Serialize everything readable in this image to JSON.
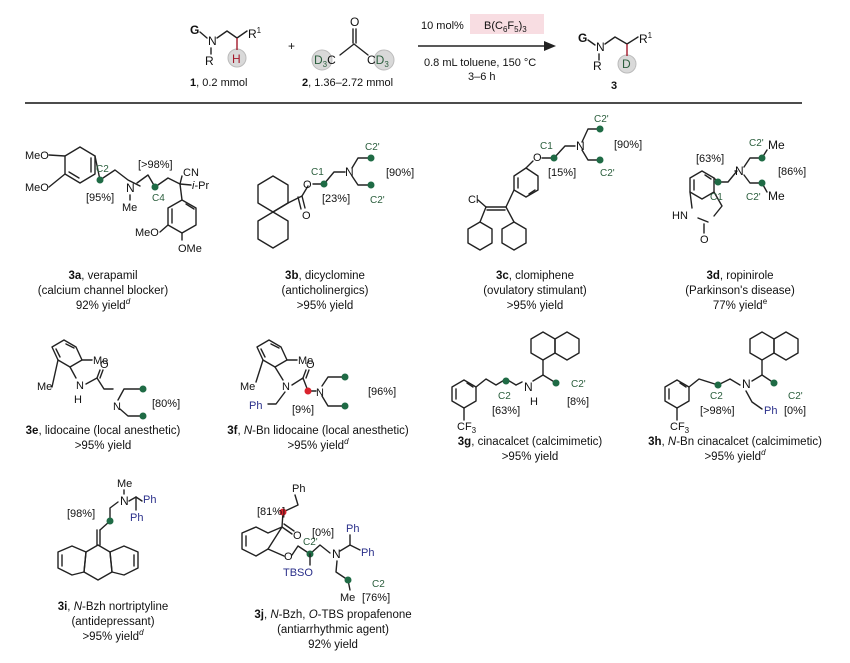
{
  "scheme": {
    "reactant1": {
      "atoms": {
        "G": "G",
        "N": "N",
        "R": "R",
        "R1": "R",
        "R1_sup": "1",
        "H": "H"
      },
      "caption_num": "1",
      "caption_rest": ", 0.2 mmol"
    },
    "plus": "+",
    "reactant2": {
      "O": "O",
      "D3C": "D",
      "D3C_sub": "3",
      "D3C_c": "C",
      "CD3_c": "C",
      "CD3": "D",
      "CD3_sub": "3",
      "caption_num": "2",
      "caption_rest": ", 1.36–2.72 mmol"
    },
    "conditions": {
      "catalyst_loading": "10 mol%",
      "catalyst": "B(C6F5)3",
      "catalyst_parts": [
        "B(C",
        "6",
        "F",
        "5",
        ")",
        "3"
      ],
      "solvent_temp": "0.8 mL toluene, 150 °C",
      "time": "3–6 h"
    },
    "product": {
      "G": "G",
      "N": "N",
      "R": "R",
      "R1": "R",
      "R1_sup": "1",
      "D": "D",
      "caption_num": "3"
    },
    "colors": {
      "catalyst_highlight": "#f8dde2",
      "deuterium_dot": "#1f6b45",
      "red_dot": "#d9232d",
      "h_label": "#a3182a",
      "protecting_group": "#2a2f8a"
    }
  },
  "compounds": [
    {
      "id": "3a",
      "name": "verapamil",
      "class": "(calcium channel blocker)",
      "yield": "92% yield",
      "note": "d",
      "atoms": {
        "MeO1": "MeO",
        "MeO2": "MeO",
        "N": "N",
        "Me": "Me",
        "CN": "CN",
        "iPr": "i-Pr",
        "MeO3": "MeO",
        "OMe": "OMe"
      },
      "sites": [
        {
          "label": "C2",
          "value": "[95%]"
        },
        {
          "label": "C4",
          "value": "[>98%]"
        }
      ]
    },
    {
      "id": "3b",
      "name": "dicyclomine",
      "class": "(anticholinergics)",
      "yield": ">95% yield",
      "note": "",
      "atoms": {
        "O1": "O",
        "O2": "O",
        "N": "N"
      },
      "sites": [
        {
          "label": "C1",
          "value": "[23%]"
        },
        {
          "label": "C2'",
          "value": "[90%]"
        }
      ]
    },
    {
      "id": "3c",
      "name": "clomiphene",
      "class": "(ovulatory stimulant)",
      "yield": ">95% yield",
      "note": "",
      "atoms": {
        "O": "O",
        "N": "N",
        "Cl": "Cl"
      },
      "sites": [
        {
          "label": "C1",
          "value": "[15%]"
        },
        {
          "label": "C2'",
          "value": "[90%]"
        }
      ]
    },
    {
      "id": "3d",
      "name": "ropinirole",
      "class": "(Parkinson's disease)",
      "yield": "77% yield",
      "note": "e",
      "atoms": {
        "N": "N",
        "Me1": "Me",
        "Me2": "Me",
        "HN": "HN",
        "O": "O"
      },
      "sites": [
        {
          "label": "C1",
          "value": "[63%]"
        },
        {
          "label": "C2'",
          "value": "[86%]"
        }
      ]
    },
    {
      "id": "3e",
      "name": "lidocaine (local anesthetic)",
      "class": "",
      "yield": ">95% yield",
      "note": "",
      "atoms": {
        "Me1": "Me",
        "Me2": "Me",
        "N1": "N",
        "H": "H",
        "O": "O",
        "N2": "N"
      },
      "sites": [
        {
          "label": "",
          "value": "[80%]"
        }
      ]
    },
    {
      "id": "3f",
      "name_prefix": "N",
      "name": "-Bn lidocaine (local anesthetic)",
      "class": "",
      "yield": ">95% yield",
      "note": "d",
      "atoms": {
        "Me1": "Me",
        "Me2": "Me",
        "N1": "N",
        "Ph": "Ph",
        "O": "O",
        "N2": "N"
      },
      "sites": [
        {
          "label": "",
          "value": "[9%]"
        },
        {
          "label": "",
          "value": "[96%]"
        }
      ]
    },
    {
      "id": "3g",
      "name": "cinacalcet (calcimimetic)",
      "class": "",
      "yield": ">95% yield",
      "note": "",
      "atoms": {
        "N": "N",
        "H": "H",
        "CF3": "CF",
        "CF3_sub": "3"
      },
      "sites": [
        {
          "label": "C2",
          "value": "[63%]"
        },
        {
          "label": "C2'",
          "value": "[8%]"
        }
      ]
    },
    {
      "id": "3h",
      "name_prefix": "N",
      "name": "-Bn cinacalcet (calcimimetic)",
      "class": "",
      "yield": ">95% yield",
      "note": "d",
      "atoms": {
        "N": "N",
        "Ph": "Ph",
        "CF3": "CF",
        "CF3_sub": "3"
      },
      "sites": [
        {
          "label": "C2",
          "value": "[>98%]"
        },
        {
          "label": "C2'",
          "value": "[0%]"
        }
      ]
    },
    {
      "id": "3i",
      "name_prefix": "N",
      "name": "-Bzh nortriptyline",
      "class": "(antidepressant)",
      "yield": ">95% yield",
      "note": "d",
      "atoms": {
        "Me": "Me",
        "N": "N",
        "Ph1": "Ph",
        "Ph2": "Ph"
      },
      "sites": [
        {
          "label": "",
          "value": "[98%]"
        }
      ]
    },
    {
      "id": "3j",
      "name_prefix": "N",
      "name_mid": "-Bzh, ",
      "name_prefix2": "O",
      "name": "-TBS propafenone",
      "class": "(antiarrhythmic agent)",
      "yield": "92% yield",
      "note": "",
      "atoms": {
        "Ph": "Ph",
        "O1": "O",
        "O2": "O",
        "TBSO": "TBSO",
        "N": "N",
        "Ph1": "Ph",
        "Ph2": "Ph",
        "Me": "Me"
      },
      "sites": [
        {
          "label": "",
          "value": "[81%]"
        },
        {
          "label": "C2'",
          "value": "[0%]"
        },
        {
          "label": "C2",
          "value": "[76%]"
        }
      ]
    }
  ]
}
